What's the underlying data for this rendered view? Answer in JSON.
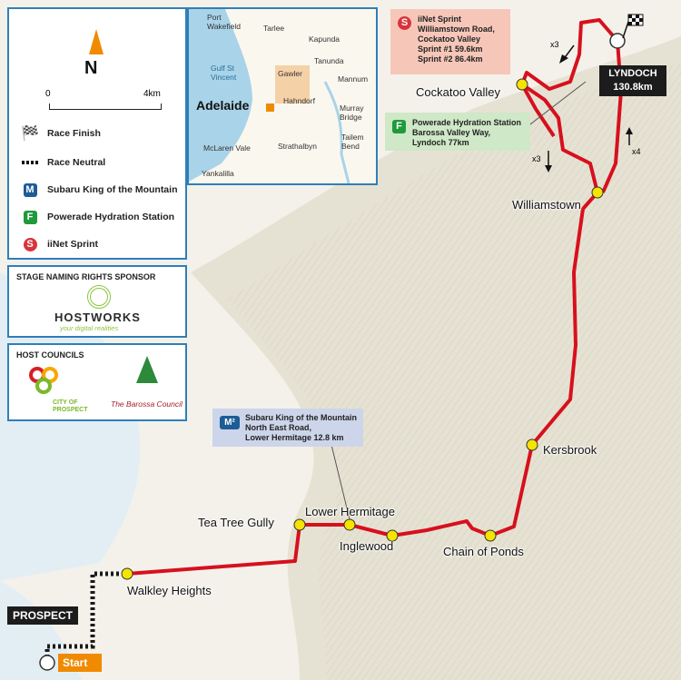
{
  "legend": {
    "north": "N",
    "scale_start": "0",
    "scale_end": "4km",
    "items": [
      {
        "icon": "checkered-flag-icon",
        "label": "Race Finish"
      },
      {
        "icon": "dashed-line-icon",
        "label": "Race Neutral"
      },
      {
        "icon": "king-of-mountain-icon",
        "glyph": "M",
        "label": "Subaru King of the Mountain"
      },
      {
        "icon": "hydration-station-icon",
        "glyph": "F",
        "label": "Powerade Hydration Station"
      },
      {
        "icon": "sprint-icon",
        "glyph": "S",
        "label": "iiNet Sprint"
      }
    ]
  },
  "sponsor": {
    "heading": "STAGE NAMING RIGHTS SPONSOR",
    "logo_text": "HOSTWORKS",
    "tagline": "your digital realities"
  },
  "councils": {
    "heading": "HOST COUNCILS",
    "council_1": "CITY OF PROSPECT",
    "council_2": "The Barossa Council"
  },
  "inset": {
    "city": "Adelaide",
    "gulf": "Gulf St Vincent",
    "places": [
      "Port Wakefield",
      "Tarlee",
      "Kapunda",
      "Gawler",
      "Tanunda",
      "Mannum",
      "Hahndorf",
      "Murray Bridge",
      "McLaren Vale",
      "Strathalbyn",
      "Tailem Bend",
      "Yankalilla"
    ]
  },
  "places": {
    "cockatoo_valley": "Cockatoo Valley",
    "williamstown": "Williamstown",
    "kersbrook": "Kersbrook",
    "chain_of_ponds": "Chain of Ponds",
    "lower_hermitage": "Lower Hermitage",
    "tea_tree_gully": "Tea Tree Gully",
    "inglewood": "Inglewood",
    "walkley_heights": "Walkley Heights"
  },
  "sprint_callout": {
    "glyph": "S",
    "line1": "iiNet Sprint",
    "line2": "Williamstown Road,",
    "line3": "Cockatoo Valley",
    "line4": "Sprint #1  59.6km",
    "line5": "Sprint #2  86.4km"
  },
  "hydration_callout": {
    "glyph": "F",
    "line1": "Powerade Hydration Station",
    "line2": "Barossa Valley Way,",
    "line3": "Lyndoch  77km"
  },
  "kom_callout": {
    "glyph": "M²",
    "line1": "Subaru King of the Mountain",
    "line2": "North East Road,",
    "line3": "Lower Hermitage  12.8 km"
  },
  "finish": {
    "name": "LYNDOCH",
    "distance": "130.8km"
  },
  "start": {
    "name": "PROSPECT",
    "label": "Start"
  },
  "laps": {
    "cockatoo_loop": "x3",
    "williamstown_loop": "x3",
    "lyndoch_loop": "x4"
  },
  "colors": {
    "route": "#d7101e",
    "waypoint": "#f5e300",
    "sprint": "#d9343a",
    "hydration": "#1f9a3a",
    "kom": "#1d5c96",
    "panel_border": "#2f7fb8",
    "start_badge": "#f08a00"
  }
}
